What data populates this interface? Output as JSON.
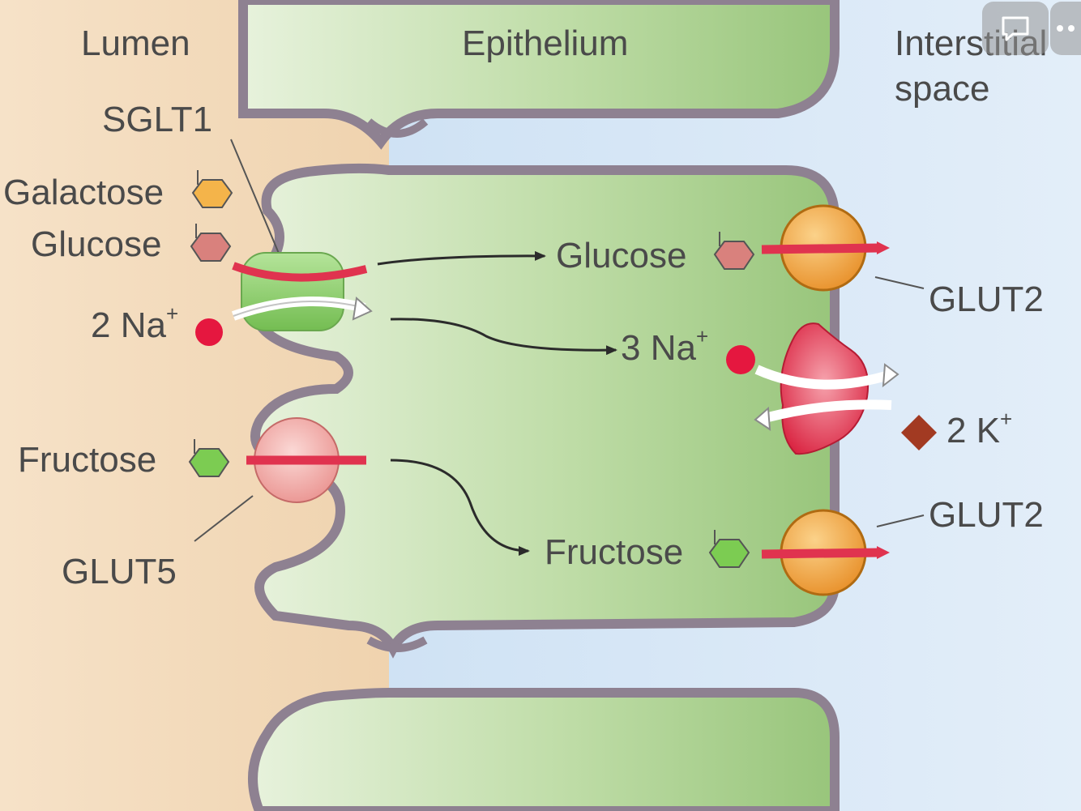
{
  "regions": {
    "lumen": "Lumen",
    "epithelium": "Epithelium",
    "interstitial_line1": "Interstitial",
    "interstitial_line2": "space"
  },
  "lumen_labels": {
    "sglt1": "SGLT1",
    "galactose": "Galactose",
    "glucose": "Glucose",
    "sodium": "2 Na",
    "fructose": "Fructose",
    "glut5": "GLUT5"
  },
  "cell_labels": {
    "glucose": "Glucose",
    "sodium": "3 Na",
    "fructose": "Fructose"
  },
  "basolateral_labels": {
    "glut2_top": "GLUT2",
    "potassium": "2 K",
    "glut2_bottom": "GLUT2"
  },
  "superscript_plus": "+",
  "ui": {
    "comment_icon": "comment-icon",
    "more_icon": "more-icon"
  },
  "colors": {
    "lumen": "#f3d9b8",
    "cytoplasm": "#a9d08e",
    "interstitial": "#d6e7f6",
    "membrane": "#8e8191",
    "glucose": "#d9817d",
    "galactose": "#f4b44a",
    "fructose": "#7ccc52",
    "sodium": "#e5173f",
    "potassium": "#a23a22",
    "glut2": "#f2a23a",
    "sglt1": "#8fd06e",
    "glut5": "#ef9f9c",
    "pump": "#e2435a"
  }
}
